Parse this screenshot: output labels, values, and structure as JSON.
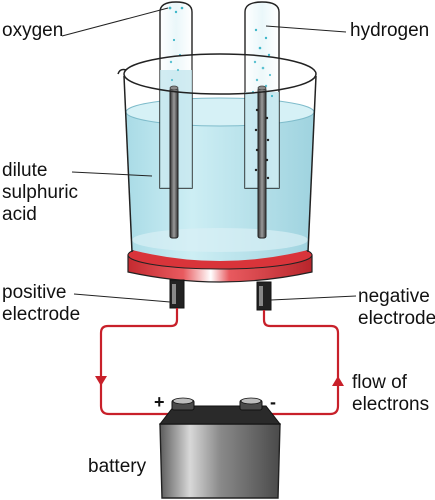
{
  "labels": {
    "oxygen": "oxygen",
    "hydrogen": "hydrogen",
    "acid_line1": "dilute",
    "acid_line2": "sulphuric",
    "acid_line3": "acid",
    "positive_line1": "positive",
    "positive_line2": "electrode",
    "negative_line1": "negative",
    "negative_line2": "electrode",
    "flow_line1": "flow of",
    "flow_line2": "electrons",
    "battery": "battery",
    "plus": "+",
    "minus": "-"
  },
  "colors": {
    "acid": "#bfe6ee",
    "glass_outline": "#222222",
    "base": "#d9343a",
    "wire": "#c8202a",
    "electrode": "#555555",
    "bubbles": "#3fb7c9",
    "battery_body": "#7a7a7a",
    "battery_top": "#2a2a2a"
  }
}
